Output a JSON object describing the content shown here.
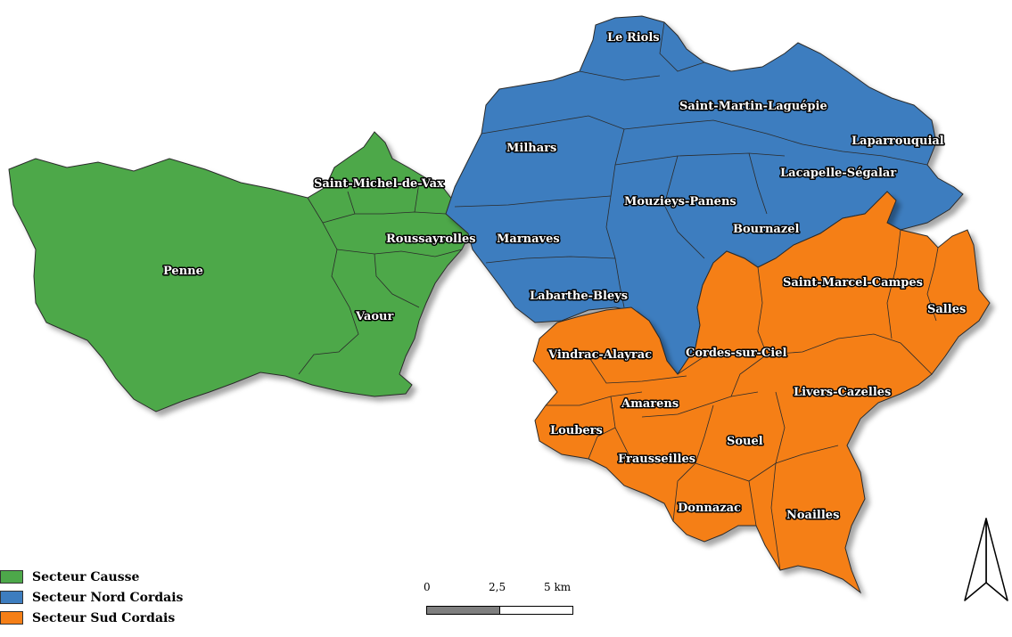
{
  "colors": {
    "causse": "#4da84a",
    "nord": "#3d7dbf",
    "sud": "#f57f17",
    "boundary": "#2b2b2b"
  },
  "communes": {
    "penne": "Penne",
    "saint_michel_de_vax": "Saint-Michel-de-Vax",
    "roussayrolles": "Roussayrolles",
    "vaour": "Vaour",
    "le_riols": "Le Riols",
    "saint_martin_laguepie": "Saint-Martin-Laguépie",
    "milhars": "Milhars",
    "laparrouquial": "Laparrouquial",
    "lacapelle_segalar": "Lacapelle-Ségalar",
    "mouzieys_panens": "Mouzieys-Panens",
    "marnaves": "Marnaves",
    "bournazel": "Bournazel",
    "labarthe_bleys": "Labarthe-Bleys",
    "saint_marcel_campes": "Saint-Marcel-Campes",
    "salles": "Salles",
    "vindrac_alayrac": "Vindrac-Alayrac",
    "cordes_sur_ciel": "Cordes-sur-Ciel",
    "livers_cazelles": "Livers-Cazelles",
    "amarens": "Amarens",
    "loubers": "Loubers",
    "souel": "Souel",
    "frausseilles": "Frausseilles",
    "donnazac": "Donnazac",
    "noailles": "Noailles"
  },
  "legend": {
    "causse": "Secteur Causse",
    "nord": "Secteur Nord Cordais",
    "sud": "Secteur Sud Cordais"
  },
  "scalebar": {
    "label_0": "0",
    "label_mid": "2,5",
    "label_end": "5 km"
  }
}
